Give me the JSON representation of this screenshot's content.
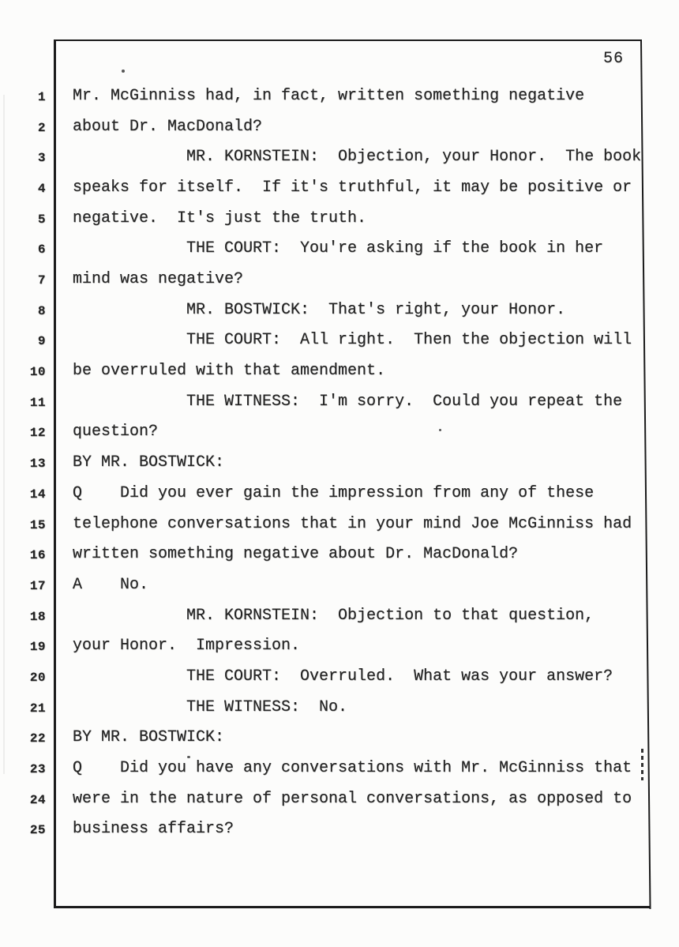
{
  "page": {
    "number": "56",
    "paper_color": "#fcfcfb",
    "ink_color": "#242424"
  },
  "transcript": {
    "lines": [
      {
        "no": "1",
        "text": "Mr. McGinniss had, in fact, written something negative"
      },
      {
        "no": "2",
        "text": "about Dr. MacDonald?"
      },
      {
        "no": "3",
        "text": "            MR. KORNSTEIN:  Objection, your Honor.  The book"
      },
      {
        "no": "4",
        "text": "speaks for itself.  If it's truthful, it may be positive or"
      },
      {
        "no": "5",
        "text": "negative.  It's just the truth."
      },
      {
        "no": "6",
        "text": "            THE COURT:  You're asking if the book in her"
      },
      {
        "no": "7",
        "text": "mind was negative?"
      },
      {
        "no": "8",
        "text": "            MR. BOSTWICK:  That's right, your Honor."
      },
      {
        "no": "9",
        "text": "            THE COURT:  All right.  Then the objection will"
      },
      {
        "no": "10",
        "text": "be overruled with that amendment."
      },
      {
        "no": "11",
        "text": "            THE WITNESS:  I'm sorry.  Could you repeat the"
      },
      {
        "no": "12",
        "text": "question?"
      },
      {
        "no": "13",
        "text": "BY MR. BOSTWICK:"
      },
      {
        "no": "14",
        "text": "Q    Did you ever gain the impression from any of these"
      },
      {
        "no": "15",
        "text": "telephone conversations that in your mind Joe McGinniss had"
      },
      {
        "no": "16",
        "text": "written something negative about Dr. MacDonald?"
      },
      {
        "no": "17",
        "text": "A    No."
      },
      {
        "no": "18",
        "text": "            MR. KORNSTEIN:  Objection to that question,"
      },
      {
        "no": "19",
        "text": "your Honor.  Impression."
      },
      {
        "no": "20",
        "text": "            THE COURT:  Overruled.  What was your answer?"
      },
      {
        "no": "21",
        "text": "            THE WITNESS:  No."
      },
      {
        "no": "22",
        "text": "BY MR. BOSTWICK:"
      },
      {
        "no": "23",
        "text": "Q    Did you have any conversations with Mr. McGinniss that"
      },
      {
        "no": "24",
        "text": "were in the nature of personal conversations, as opposed to"
      },
      {
        "no": "25",
        "text": "business affairs?"
      }
    ]
  }
}
